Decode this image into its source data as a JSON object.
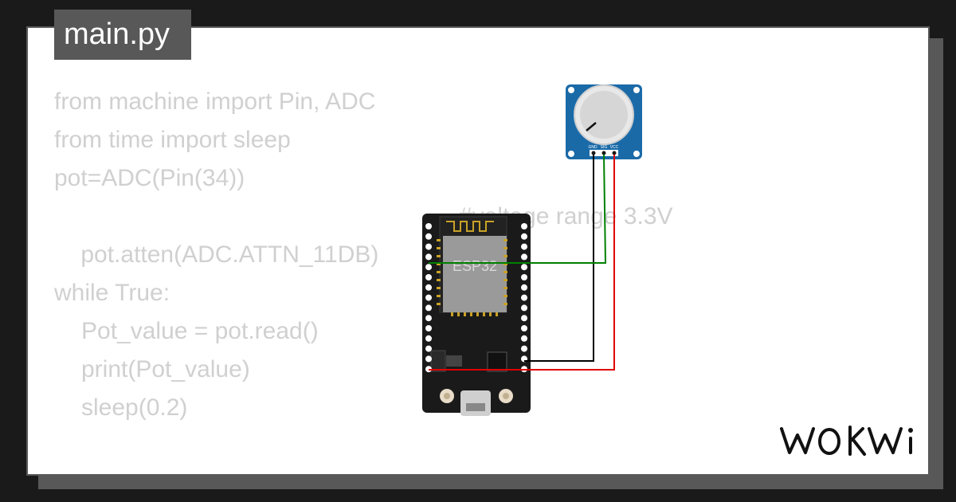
{
  "title": "main.py",
  "code": {
    "line1": "from machine import Pin, ADC",
    "line2": "from time import sleep",
    "line3": "pot=ADC(Pin(34))",
    "line4": "pot.atten(ADC.ATTN_11DB)",
    "line4_comment": "#voltage range 3.3V",
    "line5": "",
    "line6": "while True:",
    "line7": "Pot_value = pot.read()",
    "line8": "print(Pot_value)",
    "line9": "sleep(0.2)"
  },
  "board": {
    "chip_label": "ESP32"
  },
  "potentiometer": {
    "pin_gnd": "GND",
    "pin_sig": "SIG",
    "pin_vcc": "VCC"
  },
  "wires": {
    "gnd_color": "#000000",
    "sig_color": "#008000",
    "vcc_color": "#e00000"
  },
  "logo": {
    "text": "WOKWi"
  },
  "colors": {
    "frame": "#585858",
    "code_text": "#d0d0d0",
    "pot_body": "#1a6aa8",
    "board": "#1a1a1a"
  }
}
